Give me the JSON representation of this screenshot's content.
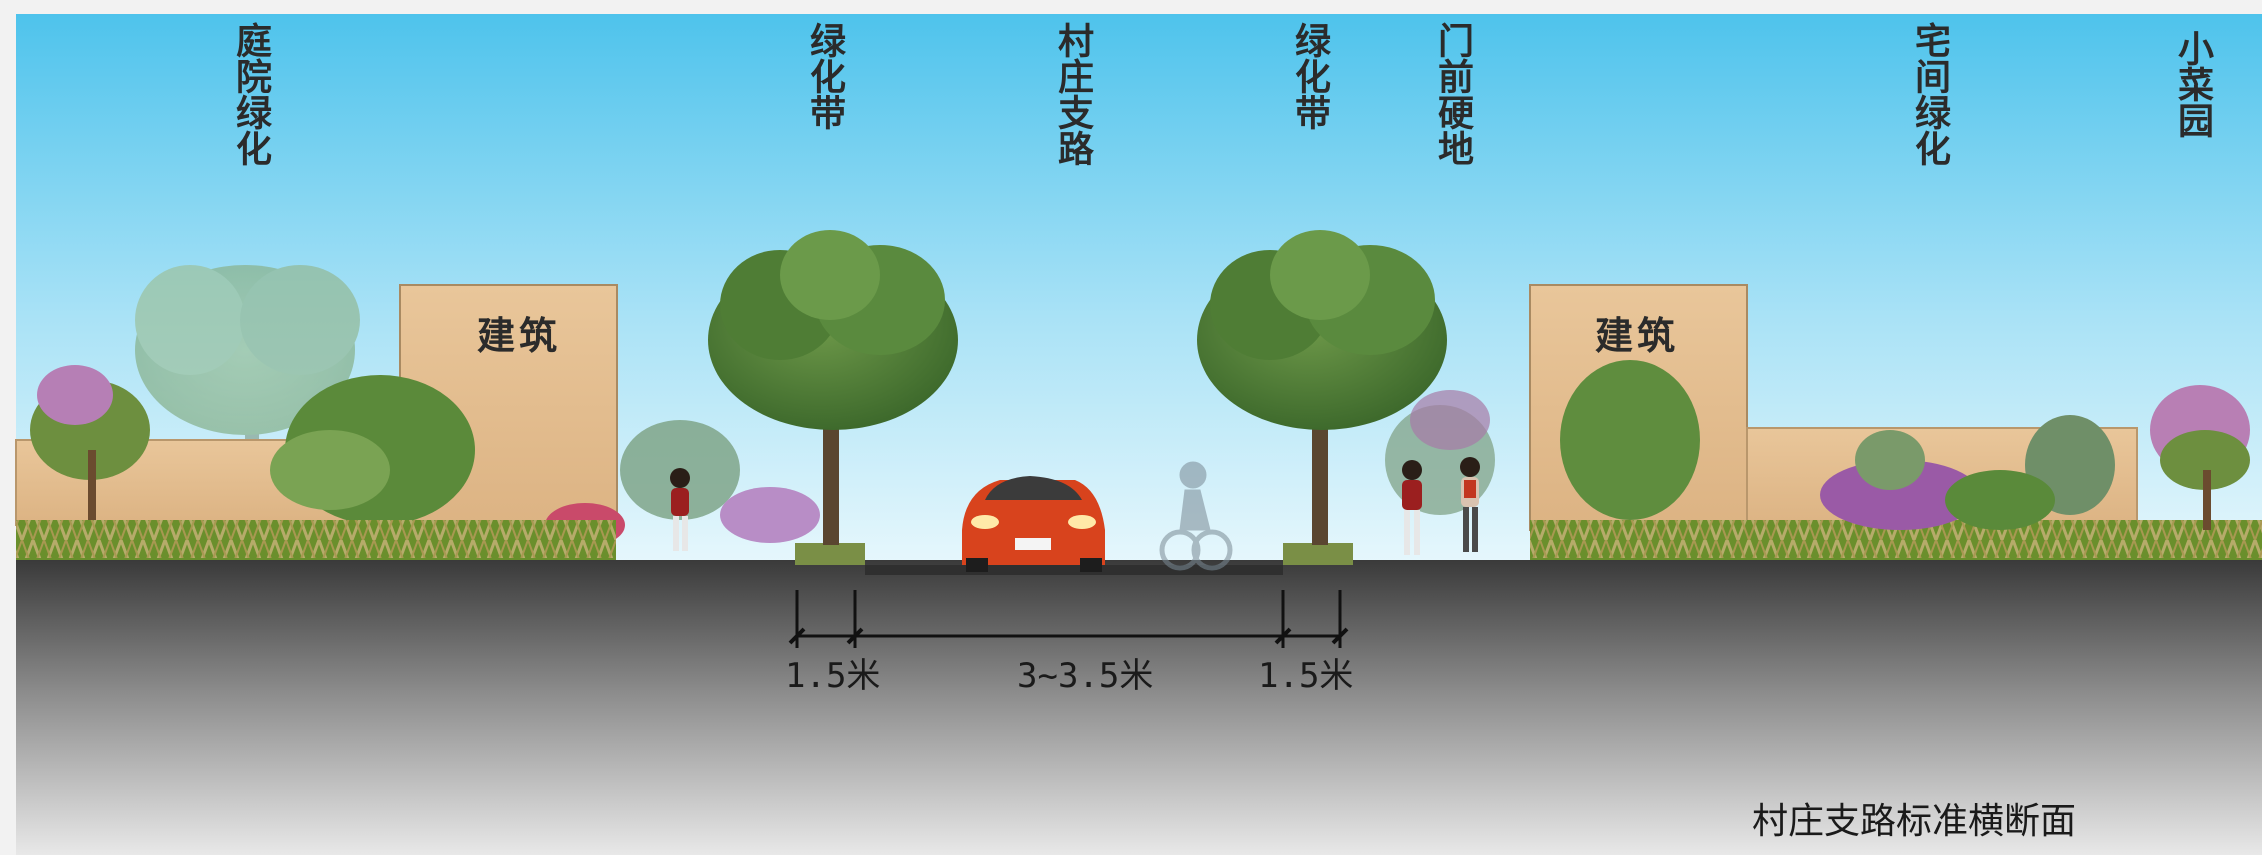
{
  "labels": {
    "courtyard_green": "庭院绿化",
    "green_belt_left": "绿化带",
    "village_road": "村庄支路",
    "green_belt_right": "绿化带",
    "front_hardscape": "门前硬地",
    "house_green": "宅间绿化",
    "vegetable_garden": "小菜园"
  },
  "buildings": {
    "left": "建筑",
    "right": "建筑"
  },
  "dimensions": {
    "left": "1.5米",
    "middle": "3~3.5米",
    "right": "1.5米"
  },
  "caption": "村庄支路标准横断面",
  "colors": {
    "sky_top": "#5bc7ec",
    "sky_bottom": "#d9f2fb",
    "building": "#e6c193",
    "ground_top": "#3f3f3f",
    "ground_bottom": "#e4e4e4",
    "hedge": "#6a8f2c",
    "car": "#d8431d"
  }
}
